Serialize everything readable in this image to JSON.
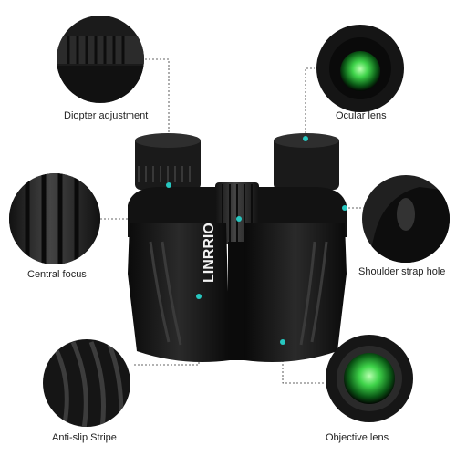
{
  "brand": {
    "logo_text": "LINRRIO"
  },
  "callouts": {
    "diopter": {
      "label": "Diopter adjustment"
    },
    "ocular": {
      "label": "Ocular lens"
    },
    "central_focus": {
      "label": "Central focus"
    },
    "shoulder_strap": {
      "label": "Shoulder strap hole"
    },
    "anti_slip": {
      "label": "Anti-slip Stripe"
    },
    "objective": {
      "label": "Objective lens"
    }
  },
  "colors": {
    "accent_dot": "#27c7c0",
    "lens_green": "#3fd44a",
    "body_black": "#141414"
  }
}
